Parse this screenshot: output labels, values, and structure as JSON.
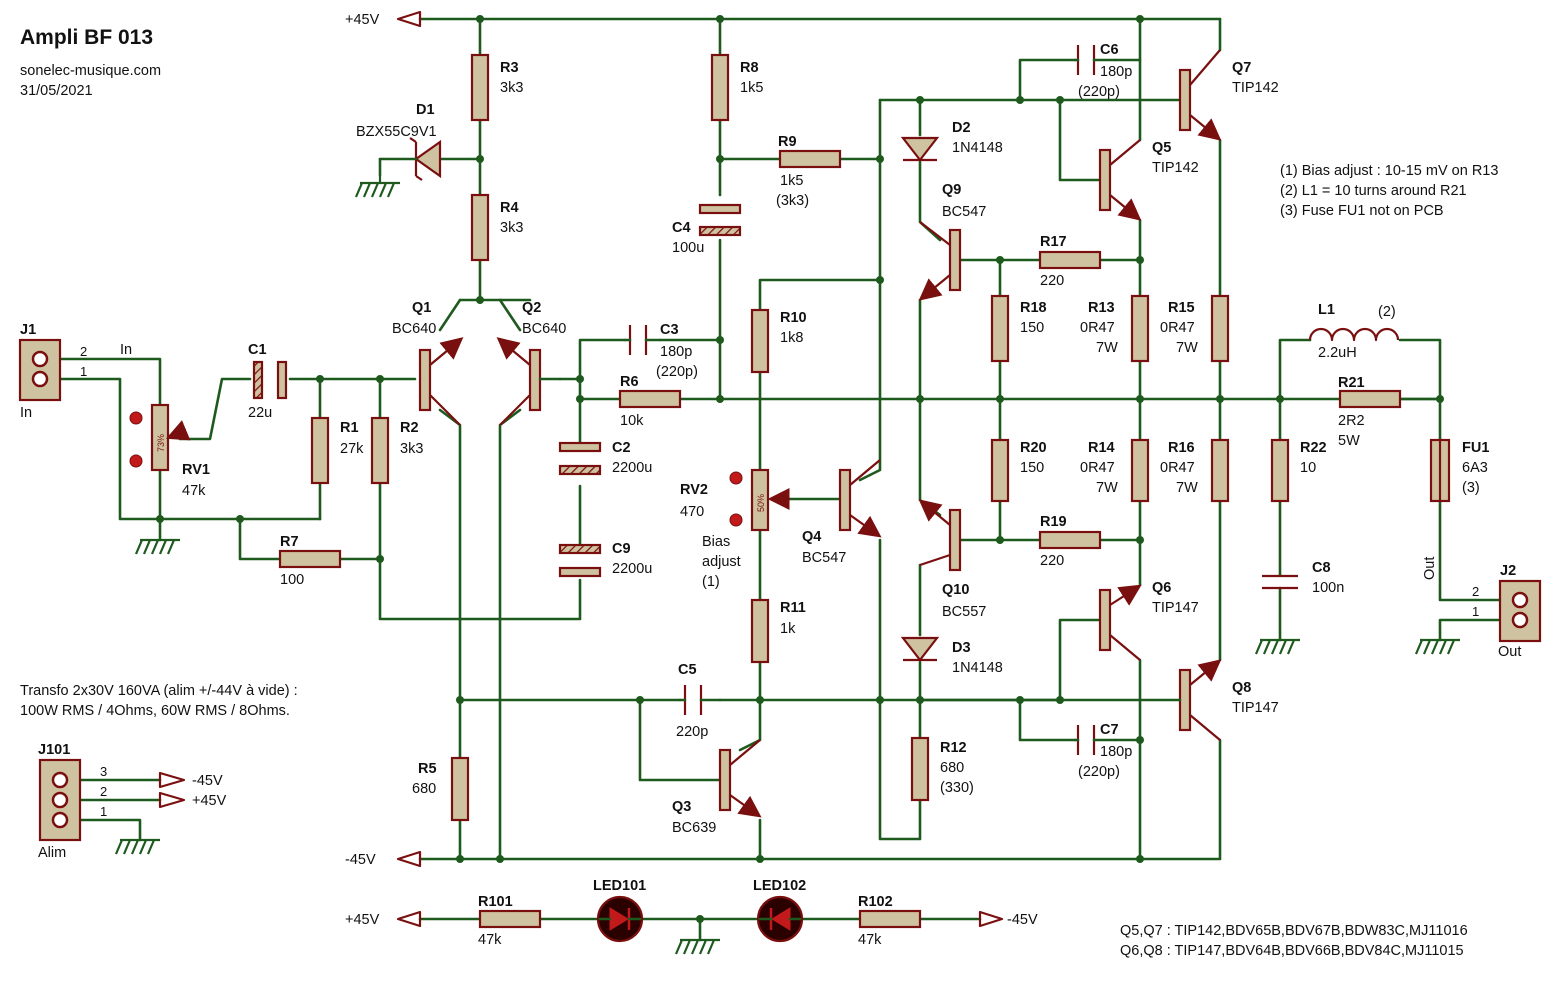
{
  "title": "Ampli BF 013",
  "subtitle": "sonelec-musique.com",
  "date": "31/05/2021",
  "notes": [
    "(1) Bias adjust : 10-15 mV on R13",
    "(2) L1 = 10 turns around R21",
    "(3) Fuse FU1 not on PCB"
  ],
  "transfo_note": [
    "Transfo 2x30V 160VA (alim +/-44V à vide) :",
    "100W RMS / 4Ohms, 60W RMS / 8Ohms."
  ],
  "equivalents": [
    "Q5,Q7 : TIP142,BDV65B,BDV67B,BDW83C,MJ11016",
    "Q6,Q8 : TIP147,BDV64B,BDV66B,BDV84C,MJ11015"
  ],
  "rails": {
    "pos": "+45V",
    "neg": "-45V"
  },
  "components": {
    "J1": {
      "ref": "J1",
      "label": "In",
      "pin2": "2",
      "pin1": "1",
      "net": "In"
    },
    "J2": {
      "ref": "J2",
      "label": "Out",
      "pin2": "2",
      "pin1": "1",
      "net": "Out"
    },
    "J101": {
      "ref": "J101",
      "label": "Alim",
      "pin3": "3",
      "pin2": "2",
      "pin1": "1"
    },
    "RV1": {
      "ref": "RV1",
      "value": "47k",
      "percent": "73%"
    },
    "RV2": {
      "ref": "RV2",
      "value": "470",
      "percent": "50%",
      "note1": "Bias",
      "note2": "adjust",
      "note3": "(1)"
    },
    "C1": {
      "ref": "C1",
      "value": "22u"
    },
    "C2": {
      "ref": "C2",
      "value": "2200u"
    },
    "C3": {
      "ref": "C3",
      "value": "180p",
      "alt": "(220p)"
    },
    "C4": {
      "ref": "C4",
      "value": "100u"
    },
    "C5": {
      "ref": "C5",
      "value": "220p"
    },
    "C6": {
      "ref": "C6",
      "value": "180p",
      "alt": "(220p)"
    },
    "C7": {
      "ref": "C7",
      "value": "180p",
      "alt": "(220p)"
    },
    "C8": {
      "ref": "C8",
      "value": "100n"
    },
    "C9": {
      "ref": "C9",
      "value": "2200u"
    },
    "R1": {
      "ref": "R1",
      "value": "27k"
    },
    "R2": {
      "ref": "R2",
      "value": "3k3"
    },
    "R3": {
      "ref": "R3",
      "value": "3k3"
    },
    "R4": {
      "ref": "R4",
      "value": "3k3"
    },
    "R5": {
      "ref": "R5",
      "value": "680"
    },
    "R6": {
      "ref": "R6",
      "value": "10k"
    },
    "R7": {
      "ref": "R7",
      "value": "100"
    },
    "R8": {
      "ref": "R8",
      "value": "1k5"
    },
    "R9": {
      "ref": "R9",
      "value": "1k5",
      "alt": "(3k3)"
    },
    "R10": {
      "ref": "R10",
      "value": "1k8"
    },
    "R11": {
      "ref": "R11",
      "value": "1k"
    },
    "R12": {
      "ref": "R12",
      "value": "680",
      "alt": "(330)"
    },
    "R13": {
      "ref": "R13",
      "value": "0R47",
      "power": "7W"
    },
    "R14": {
      "ref": "R14",
      "value": "0R47",
      "power": "7W"
    },
    "R15": {
      "ref": "R15",
      "value": "0R47",
      "power": "7W"
    },
    "R16": {
      "ref": "R16",
      "value": "0R47",
      "power": "7W"
    },
    "R17": {
      "ref": "R17",
      "value": "220"
    },
    "R18": {
      "ref": "R18",
      "value": "150"
    },
    "R19": {
      "ref": "R19",
      "value": "220"
    },
    "R20": {
      "ref": "R20",
      "value": "150"
    },
    "R21": {
      "ref": "R21",
      "value": "2R2",
      "power": "5W"
    },
    "R22": {
      "ref": "R22",
      "value": "10"
    },
    "R101": {
      "ref": "R101",
      "value": "47k"
    },
    "R102": {
      "ref": "R102",
      "value": "47k"
    },
    "L1": {
      "ref": "L1",
      "value": "2.2uH",
      "note": "(2)"
    },
    "FU1": {
      "ref": "FU1",
      "value": "6A3",
      "note": "(3)"
    },
    "D1": {
      "ref": "D1",
      "value": "BZX55C9V1"
    },
    "D2": {
      "ref": "D2",
      "value": "1N4148"
    },
    "D3": {
      "ref": "D3",
      "value": "1N4148"
    },
    "LED101": {
      "ref": "LED101"
    },
    "LED102": {
      "ref": "LED102"
    },
    "Q1": {
      "ref": "Q1",
      "value": "BC640"
    },
    "Q2": {
      "ref": "Q2",
      "value": "BC640"
    },
    "Q3": {
      "ref": "Q3",
      "value": "BC639"
    },
    "Q4": {
      "ref": "Q4",
      "value": "BC547"
    },
    "Q5": {
      "ref": "Q5",
      "value": "TIP142"
    },
    "Q6": {
      "ref": "Q6",
      "value": "TIP147"
    },
    "Q7": {
      "ref": "Q7",
      "value": "TIP142"
    },
    "Q8": {
      "ref": "Q8",
      "value": "TIP147"
    },
    "Q9": {
      "ref": "Q9",
      "value": "BC547"
    },
    "Q10": {
      "ref": "Q10",
      "value": "BC557"
    }
  },
  "colors": {
    "wire": "#1e5a1e",
    "component": "#7a0f0f",
    "body_fill": "#cfc2a0",
    "led_fill": "#2a0000"
  }
}
